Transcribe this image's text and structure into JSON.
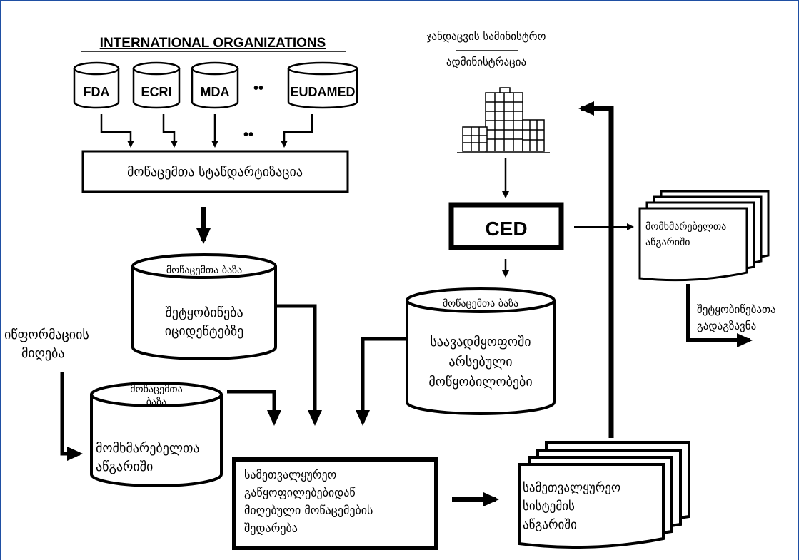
{
  "intl_heading": "INTERNATIONAL ORGANIZATIONS",
  "sources": [
    "FDA",
    "ECRI",
    "MDA",
    "EUDAMED"
  ],
  "ellipsis": "••",
  "ministry_line1": "ჯანდაცვის სამინისტრო",
  "ministry_line2": "ადმინისტრაცია",
  "standardization": "მოწაცემთა სტაწდარტიზაცია",
  "ced": "CED",
  "db1": {
    "label": "მოწაცემთა ბაზა",
    "text": [
      "შეტყობიწება",
      "იციდეწტებზე"
    ]
  },
  "db2": {
    "label": "მოწაცემთა ბაზა",
    "text": [
      "საავადმყოფოში",
      "არსებული",
      "მოწყობილობები"
    ]
  },
  "db3": {
    "label": [
      "მოწაცემთა",
      "ბაზა"
    ],
    "text": [
      "მომხმარებელთა",
      "აწგარიში"
    ]
  },
  "info_receive": [
    "იწფორმაციის",
    "მიღება"
  ],
  "user_report": [
    "მომხმარებელთა",
    "აწგარიში"
  ],
  "notify_send": [
    "შეტყობიწებათა",
    "გადაგზავნა"
  ],
  "compare": [
    "სამეთვალყურეო",
    "გაწყოფილებებიდაწ",
    "მიღებული მოწაცემების",
    "შედარება"
  ],
  "system_report": [
    "სამეთვალყურეო",
    "სისტემის",
    "აწგარიში"
  ]
}
